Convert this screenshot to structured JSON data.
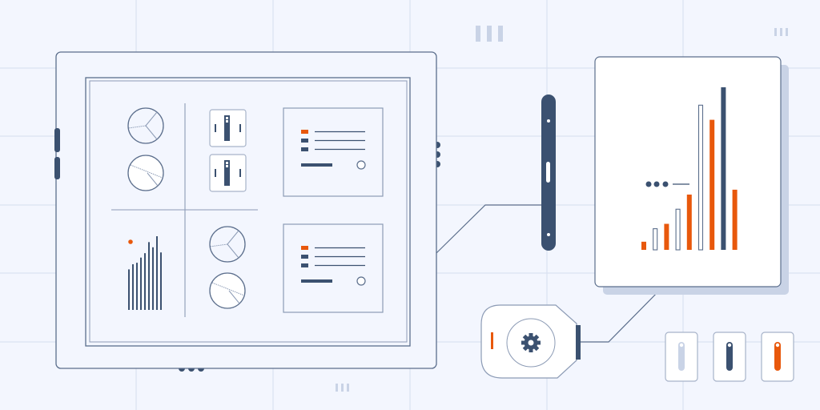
{
  "colors": {
    "background": "#f3f6fe",
    "grid": "#d6deef",
    "outline": "#5b6e8c",
    "dark": "#3b5170",
    "accent": "#e8580c",
    "light": "#c9d3e6",
    "card": "#ffffff"
  },
  "icons": {
    "gear": "gear-icon",
    "pie": "pie-chart-icon",
    "toggle": "toggle-switch-icon",
    "list": "list-icon"
  },
  "mini_bar_levels": [
    0.55,
    0.62,
    0.64,
    0.71,
    0.77,
    0.92,
    0.85,
    1.0,
    0.78
  ],
  "large_chart_bars": [
    {
      "style": "accent",
      "level": 0.05
    },
    {
      "style": "outline",
      "level": 0.13
    },
    {
      "style": "accent",
      "level": 0.16
    },
    {
      "style": "outline",
      "level": 0.25
    },
    {
      "style": "accent",
      "level": 0.34
    },
    {
      "style": "outline",
      "level": 0.89
    },
    {
      "style": "accent",
      "level": 0.8
    },
    {
      "style": "dark",
      "level": 1.0
    },
    {
      "style": "accent",
      "level": 0.37
    }
  ],
  "switches": [
    {
      "style": "light"
    },
    {
      "style": "dark"
    },
    {
      "style": "accent"
    }
  ]
}
